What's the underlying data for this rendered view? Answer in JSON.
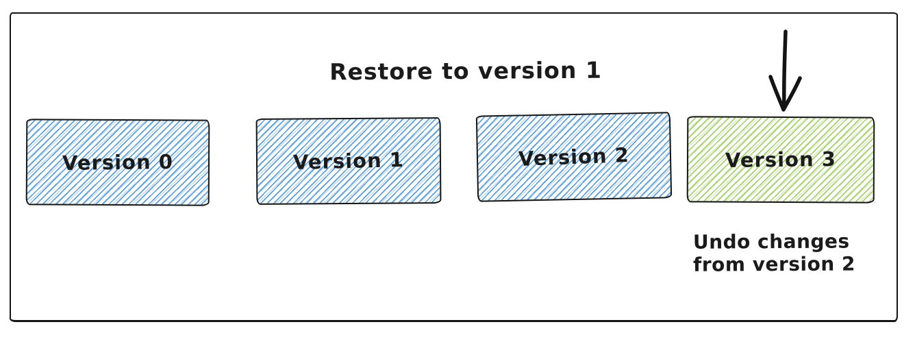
{
  "diagram": {
    "title": "Restore to version 1",
    "annotation": "Undo changes\nfrom version 2",
    "versions": [
      {
        "label": "Version 0",
        "fill": "blue-hatch",
        "highlighted": false
      },
      {
        "label": "Version 1",
        "fill": "blue-hatch",
        "highlighted": false
      },
      {
        "label": "Version 2",
        "fill": "blue-hatch",
        "highlighted": false
      },
      {
        "label": "Version 3",
        "fill": "green-hatch",
        "highlighted": true
      }
    ],
    "colors": {
      "stroke": "#141414",
      "blue_hatch": "#4d96d7",
      "green_hatch": "#9ccb5e",
      "background": "#ffffff"
    },
    "arrow": {
      "icon": "down-arrow-icon",
      "points_at": "Version 3"
    }
  }
}
